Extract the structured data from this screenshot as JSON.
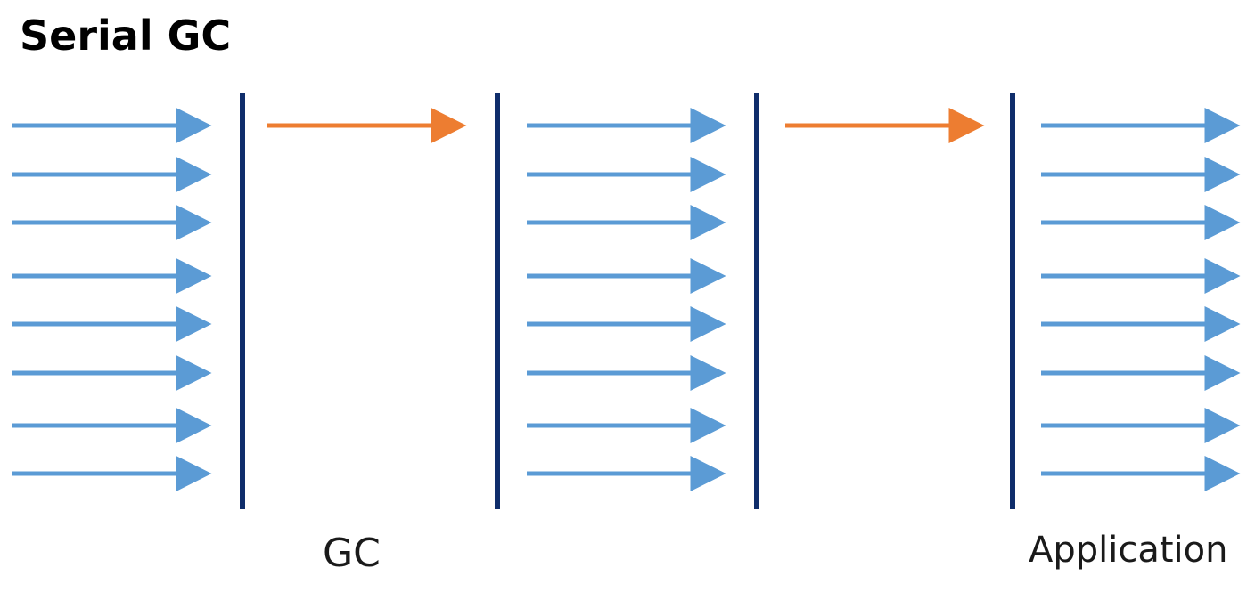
{
  "title": "Serial GC",
  "labels": {
    "gc": "GC",
    "application": "Application"
  },
  "colors": {
    "application_thread": "#5b9bd5",
    "gc_thread": "#ed7d31",
    "stop_the_world_bar": "#0f2d6b",
    "text": "#000000"
  },
  "phases": [
    {
      "kind": "application",
      "threads": 8
    },
    {
      "kind": "gc",
      "threads": 1
    },
    {
      "kind": "application",
      "threads": 8
    },
    {
      "kind": "gc",
      "threads": 1
    },
    {
      "kind": "application",
      "threads": 8
    }
  ]
}
